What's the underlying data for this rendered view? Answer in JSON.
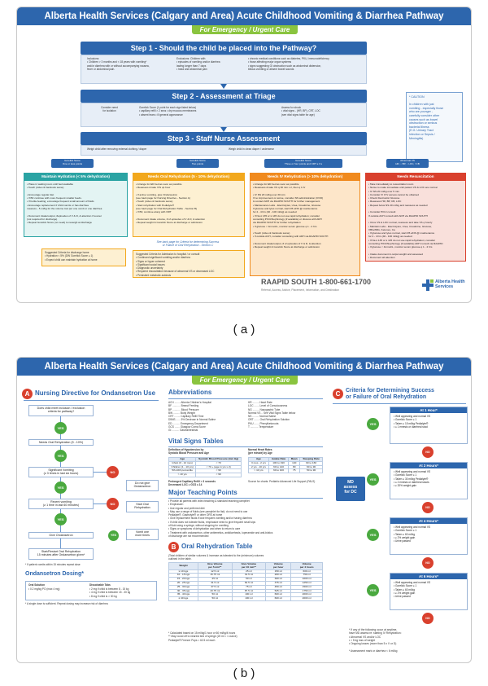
{
  "panel_a": {
    "title": "Alberta Health Services (Calgary and Area) Acute Childhood Vomiting & Diarrhea Pathway",
    "subtitle": "For Emergency / Urgent Care",
    "step1": {
      "title": "Step 1 - Should the child be placed into the Pathway?",
      "inclusions": "Inclusions:\n• Children > 3 months and < 18 years with vomiting*\n  and/or diarrhea with or without accompanying nausea,\n  fever or abdominal pain.",
      "exclusions": "Exclusions: Children with\n• episodes of vomiting and/or diarrhea\n  lasting longer than 7 days\n• head and abdominal pain",
      "exclusions2": "• chronic medical conditions such as diabetes, PKU, immunodeficiency\n• those affecting major organ systems\n• signs suggesting GI obstruction such as abdominal distension,\n  bilious vomiting or absent bowel sounds"
    },
    "step2": {
      "title": "Step 2 - Assessment at Triage",
      "c1": "Consider need\nfor isolation",
      "c2": "Gorelick Score (1 point for each sign listed below)\n• capillary refill > 2 secs   • dry mucous membranes\n• absent tears                 • ill general appearance",
      "c3": "Assess for shock\n• vital signs - (HR, BP), CRT, LOC\n(see vital signs table for age)"
    },
    "step3": {
      "title": "Step 3 - Staff Nurse Assessment",
      "l": "Weigh child after removing external clothing / diaper",
      "r": "Weigh child in clean diaper / underwear"
    },
    "caution": "* CAUTION\n\nIn children with just\nvomiting - especially those\nwho are younger -\ncarefully consider other\ncauses such as bowel\nobstruction or serious\nbacterial illness\n(E.G. Urinary Tract\nInfection or Sepsis /\nMeningitis)",
    "scores": [
      {
        "label": "Gorelick Score\nOne or less points"
      },
      {
        "label": "Gorelick Score\nTwo points"
      },
      {
        "label": "Gorelick Score\nThree or four points and CRT ≤ 3 s"
      },
      {
        "label": "Abnormal VS\nHR, ↓ BP, ↓ LOC, ↑CB"
      }
    ],
    "columns": [
      {
        "title": "Maintain Hydration (< 5% dehydration)",
        "color": "#2aa3a3",
        "bg": "#e3f4f3",
        "body": "• Place in waiting room until bed available\n• Teach (video & handouts same)\n\n• Encourage regular diet\n• If BF continue with more frequent smaller feeds.\n• If bottle-feeding, encourage frequent small amount of fluids\n• Encourage replacement if child vomits or has diarrhea\n  measure - 5 ml/kg for the volume lost per one vomit or one diarrhea\n\n• Document intake/output, #episodes of V & D, & attention if sooner\n  (not required for discharge)\n• Repeat Gorelick Score (no need) to reweigh at discharge"
      },
      {
        "title": "Needs Oral Rehydration (5 - 10% dehydration)",
        "color": "#f2a81d",
        "bg": "#fdf0d2",
        "body": "• Arrange for ED bed as soon as possible\n• Reassess & take V/S q1 hour\n\n• If active vomiting, give Ondansetron\n  (see back page for Nursing Directive - Section A)\n• Teach (video & handouts same)\n• Start rehydration with Pedialyte®\n  (see back page for Oral Rehydration Table - Section B)\n• If BF, continue along with ORT\n\n• Document intake volume, # of episodes of V & D, & attention\n• Repeat weight & Gorelick Score at discharge or admission"
      },
      {
        "title": "Needs IV Rehydration (> 10% dehydration)",
        "color": "#f08a1e",
        "bg": "#fde6c9",
        "body": "• Arrange for ED bed as soon as possible\n• Reassess & take VS q 30 min x 2, then q 1 hr\n\n• IV NS 20 ml/kg over 30 min\n  If no improvement or worse, consider NS administration (IV/IO)\n  & contact ADH via RAAPID SOUTH for further management\n• Maintenance Labs - Electrolytes, Urea, Creatinine, Glucose\n  If glucose and lytes normal, start D5 wNS @ maintenance\n  for 2 - 4 hrs (40 - 100 ml/kg) as needed\n• If Na ≥ 135 or ≤ 145 do not use rapid rehydration; consider\n  consulting PICU/Nephrology (if available) or discuss with ADH\n  via RAAPID SOUTH for further rehydration\n• If glucose < 4mmol/L, monitor serum glucose q 1 - 2 hrs\n\n• Teach (video & handouts same)\n• If outside ACH, consider consulting with ADH via RAAPID SOUTH\n\n• Document intake/output, # of episodes of V & D, & attention\n• Repeat weight & Gorelick Score at discharge or admission"
      },
      {
        "title": "Needs Resuscitation",
        "color": "#d9402d",
        "bg": "#f9e0db",
        "body": "• Take immediately to resuscitation room\n• Nurse to make immediate until patient VS & LOC are normal\n• IV NS 20 ml/kg over 5 min\n• Consider IV if IV access cannot be obtained\n• Check Dextrostix/ Glucose\n• Reassess HR, BP, CB, LOC\n• Repeat bolus NS 20 ml/kg and reassess as needed\n\n• Consider PICU consult\n  If outside ACH consult with ADH via RAAPID SOUTH\n\n• Once VS & LOC normal, reassess and take VS q hourly\n• Maintain Labs - Electrolytes, Urea, Creatinine, Glucose,\n  VBG/ABG, Ketones, Ca\n• If glucose and lytes normal, start D5 wNS @ maintenance\n  for 2 - 4 hrs (40 - 100 ml/kg) as needed\n• If Na ≥ 135 or ≤ 145 do not use rapid rehydration; consider\n  consulting PICU/Nephrology (if available) ADH consult via RAAPID\n• If glucose < 4mmol/L, monitor serum glucose q 1 - 2 hrs\n\n• Intake document & output weight and assessed\n• Document all attention\n• Repeat weight & Gorelick Score at discharge"
      }
    ],
    "backpage_note": "See back page for Criteria for determining Success\nor Failure of Oral Rehydration - Section C",
    "discharge_box": "Suggested Criteria for discharge home\n• Hydration < 5% (DW Gorelick Score ≤ 1)\n• Expect child can maintain hydration at home",
    "admission_box": "Suggested Criteria for Admission to hospital / or consult\n• Continued significant vomiting and/or diarrhea\n• Signs or hyper coherent\n• Significant social issues\n• Diagnostic uncertainty\n• Required resuscitation because of abnormal VS or decreased LOC\n• Persistent metabolic acidosis",
    "raapid": "RAAPID SOUTH 1-800-661-1700",
    "raapid_sub": "Referral, Access, Advice, Placement, Information, and Destination",
    "logo": "Alberta Health Services"
  },
  "panel_b": {
    "title": "Alberta Health Services (Calgary and Area) Acute Childhood Vomiting & Diarrhea Pathway",
    "subtitle": "For Emergency / Urgent Care",
    "section_a": {
      "label": "A",
      "title": "Nursing Directive for Ondansetron Use",
      "q1": "Does child meet inclusion / exclusion\ncriteria for pathway?",
      "n1": "Needs Oral Rehydration (5 - 10%)",
      "q2": "Significant Vomiting\n(≥ 3 times in last six hours)",
      "q3": "Recent vomiting\n(≥ 1 time in last 60 minutes)",
      "give": "Give Ondansetron",
      "given": "Do not give\nOndansetron",
      "start": "Start Oral\nRehydration",
      "start2": "Start/Restart Oral Rehydration\n15 minutes after Ondansetron given*",
      "vomit": "Vomit one\nmore times",
      "note": "* If patient vomits within 15 minutes repeat dose",
      "yes": "YES",
      "no": "NO"
    },
    "ondan": {
      "title": "Ondansetron Dosing*",
      "c1h": "Oral Solution",
      "c1": "• 0.2 mg/kg PO (max 4 mg)\n",
      "c2h": "Dissolvable Tabs",
      "c2": "• 2 mg if child is between 8 - 15 kg\n• 4 mg if child is between 15 - 30 kg\n• 8 mg if child is > 30 kg",
      "note": "* A single dose is sufficient. Repeat dosing may increase risk of diarrhea"
    },
    "abbrev": {
      "title": "Abbreviations",
      "col1": "ACH ........ Alberta Children's Hospital\nBF ........... Breast Feeding\nBP ........... Blood Pressure\nBW ......... Body Weight\nCRT ........ Capillary Refill Time\nD5NS ...... 5% Dextrose in Normal Saline\nED .......... Emergency Department\nGCS ....... Glasgow Coma Score\nGI .......... Gastrointestinal",
      "col2": "HR ......... Heart Rate\nLOC ....... Level of Consciousness\nNG ......... Nasogastric Tube\nNormal VS .. See Vital Signs Table below\nNS ......... Normal Saline\nORT ....... Oral Rehydration Solution\nPKU ....... Phenylketonuria\nT ........... Temperature"
    },
    "vitals": {
      "title": "Vital Signs Tables",
      "t1cap": "Definition of Hypotension by\nSystolic Blood Pressure and Age",
      "t1h": [
        "Age",
        "Systolic Blood\nPressure (mm Hg)"
      ],
      "t1": [
        [
          "Infant (0 - 12 mos)",
          "< 70"
        ],
        [
          "Children (1 - 10 yrs)",
          "< 70 + (age in yrs x 2)"
        ],
        [
          "5th-10th percentile",
          "< 90"
        ],
        [
          "> 10 yrs",
          "< 90"
        ]
      ],
      "t1note": "Prolonged Capillary Refill > 3 seconds\nDecreased LOC = GCS ≤ 14",
      "t2cap": "Normal Heart Rates\n(per minute) by Age",
      "t2h": [
        "Age",
        "Awake\nRate",
        "Mean",
        "Sleeping\nRate"
      ],
      "t2": [
        [
          "3 mos - 2 yrs",
          "100 to 190",
          "140",
          "90 to 160"
        ],
        [
          "2 yrs - 10 yrs",
          "60 to 140",
          "80",
          "60 to 90"
        ],
        [
          "> 10 yrs",
          "60 to 100",
          "75",
          "50 to 90"
        ]
      ],
      "t2note": "Source for charts: Pediatric Advanced Life Support (PALS)"
    },
    "teaching": {
      "title": "Major Teaching Points",
      "body": "• Provide all parents with video teaching & standard teaching pamphlet\n• Emphasize:\n   • Use regular and preferred diet\n   • May use a range of fluids (see pamphlet for list): do not need to use\n     Pedialyte®, Gastrolyte® or other ORS at home\n   • Give replacement fluids if lose frequent vomiting and/or having diarrhea\n   • If child does not tolerate fluids, emphasize need to give frequent small sips\n     of fluid using a syringe, without stopping for vomiting\n   • Signs or symptoms of dehydration and when to return to care\n• Treatment with ondansetron, other antiemetics, antidiarrheals, loperamide and anti-biotics\n  of discharge are not recommended"
    },
    "section_b": {
      "label": "B",
      "title": "Oral Rehydration Table",
      "caption": "(Total children of similar volumes & increase as tolerated to the (minimum) volumes\n outlined in the table.",
      "head": [
        "Weight",
        "Give Volume\nper 5 min**",
        "Give Volume\nper 10 min**",
        "Volume\nper hour",
        "Volume\nper 4 hours"
      ],
      "rows": [
        [
          "≤ 10 kgs",
          "12.5 ml",
          "25 ml",
          "150 ml",
          "600 ml"
        ],
        [
          "10 - 15 kgs",
          "15.75 ml",
          "31.5 ml",
          "200 ml",
          "750 ml"
        ],
        [
          "15 - 20 kgs",
          "25 ml",
          "50 ml",
          "300 ml",
          "1000 ml"
        ],
        [
          "20 - 25 kgs",
          "31.5 ml",
          "62.5 ml",
          "375 ml",
          "1250 ml"
        ],
        [
          "25 - 30 kgs",
          "37.5 ml",
          "75 ml",
          "450 ml",
          "1500 ml"
        ],
        [
          "30 - 35 kgs",
          "43.75 ml",
          "87.5 ml",
          "525 ml",
          "1750 ml"
        ],
        [
          "35 - 40 kgs",
          "50 ml",
          "100 ml",
          "600 ml",
          "2000 ml"
        ],
        [
          "≥ 40 kgs",
          "50 ml",
          "100 ml",
          "600 ml",
          "2000 ml"
        ]
      ],
      "foot": "* Calculated based on 15 ml/kg/1 hour or 60 ml/kg/4 hours\n** May round off to nearest bed of syringe (20 ml = 1 ounce)\nPedialyte® Freezer Pops = 62.5 ml each"
    },
    "section_c": {
      "label": "C",
      "title": "Criteria for Determining Success\nor Failure of Oral Rehydration",
      "md": "MD\nassess\nfor DC",
      "hours": [
        {
          "label": "At 1 Hour*",
          "body": "• Well appearing and normal VS\n• Gorelick Score ≤ 1\n• Taken ≥ 15 ml/kg Pedialyte®\n• ≤ 1 emesis or diarrheal stool"
        },
        {
          "label": "At 2 Hours*",
          "body": "• Well appearing and normal VS\n• Gorelick Score ≤ 1\n• Taken ≥ 30 ml/kg Pedialyte®\n• ≤ 2 emesis or diarrheal stools\n• ≥ 20% weight gain"
        },
        {
          "label": "At 4 Hours*",
          "body": "• Well appearing and normal VS\n• Gorelick Score ≤ 1\n• Taken ≥ 60 ml/kg\n• ≥ 2% weight gain\n• Urine passed"
        },
        {
          "label": "At 6 Hours*",
          "body": "• Well appearing and normal VS\n• Gorelick Score ≤ 1\n• Taken ≥ 60 ml/kg\n• ≥ 2% weight gain\n• Urine passed"
        }
      ],
      "note": "* If any of the following occur at anytime,\n  have MD assess re: starting IV Rehydration:\n  • Abnormal VS and/or LOC\n  • > 5 kg loss of weight\n  • Ongoing losses (more than 5 x V or D)\n\n* Assessment mark or diarrhea < 6 ml/kg",
      "yes": "YES",
      "no": "NO"
    }
  },
  "captions": {
    "a": "( a )",
    "b": "( b )"
  }
}
